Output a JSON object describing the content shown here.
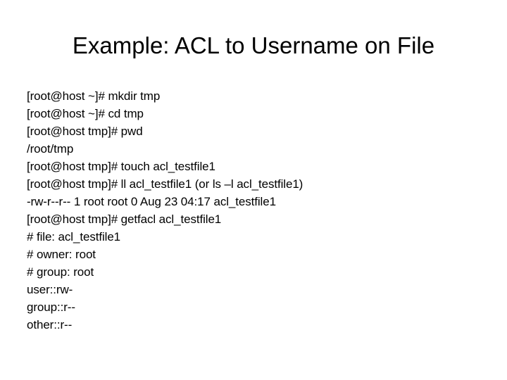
{
  "slide": {
    "title": "Example: ACL to Username on File",
    "background_color": "#ffffff",
    "text_color": "#000000",
    "lines": [
      {
        "id": "cmd-mkdir",
        "text": "[root@host ~]# mkdir tmp"
      },
      {
        "id": "cmd-cd",
        "text": "[root@host ~]# cd tmp"
      },
      {
        "id": "cmd-pwd",
        "text": "[root@host tmp]# pwd"
      },
      {
        "id": "out-pwd",
        "text": "/root/tmp"
      },
      {
        "id": "cmd-touch",
        "text": "[root@host tmp]# touch acl_testfile1"
      },
      {
        "id": "cmd-ll",
        "text": "[root@host tmp]# ll acl_testfile1 (or ls –l acl_testfile1)"
      },
      {
        "id": "out-ll",
        "text": "-rw-r--r-- 1 root root 0 Aug 23 04:17 acl_testfile1"
      },
      {
        "id": "cmd-getfacl",
        "text": "[root@host tmp]# getfacl acl_testfile1"
      },
      {
        "id": "out-file",
        "text": "# file: acl_testfile1"
      },
      {
        "id": "out-owner",
        "text": "# owner: root"
      },
      {
        "id": "out-group",
        "text": "# group: root"
      },
      {
        "id": "acl-user",
        "text": "user::rw-"
      },
      {
        "id": "acl-group",
        "text": "group::r--"
      },
      {
        "id": "acl-other",
        "text": "other::r--"
      }
    ]
  }
}
